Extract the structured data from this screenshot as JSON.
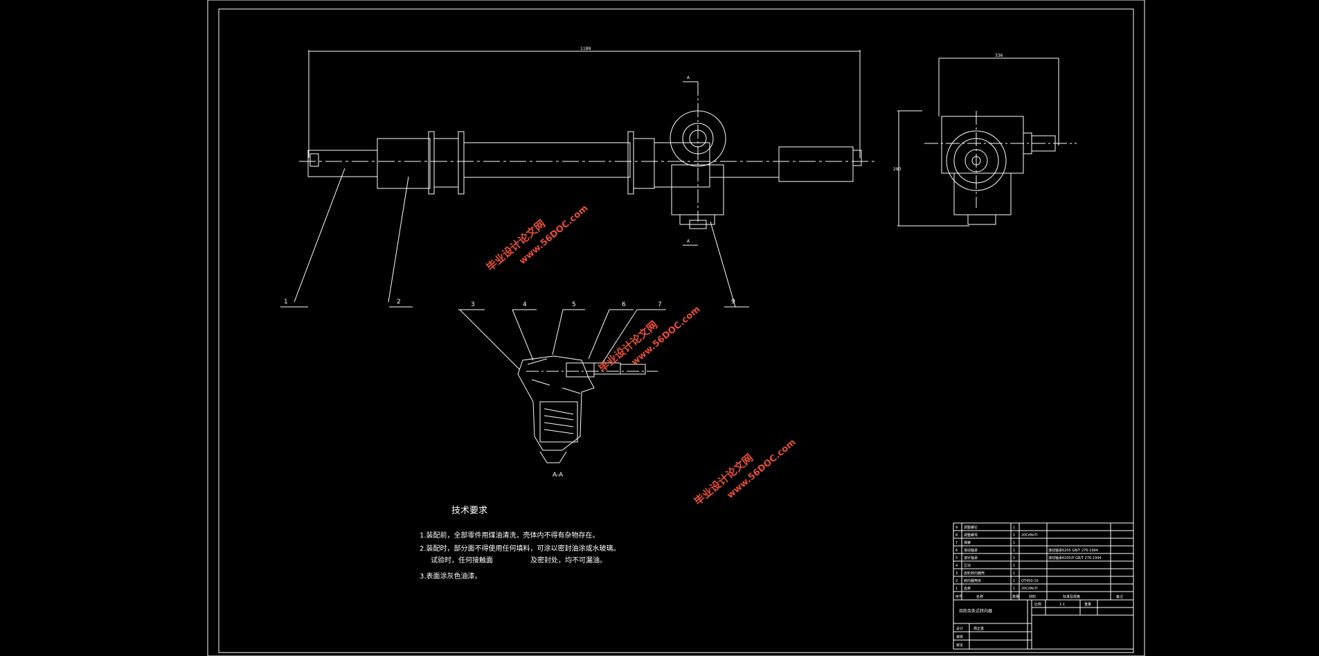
{
  "drawing": {
    "tech_req": {
      "title": "技术要求",
      "line1": "1.装配前，全部零件用煤油清洗，壳体内不得有杂物存在。",
      "line2": "2.装配时，部分面不得使用任何填料，可涂以密封油涂或水玻璃。",
      "line2b_a": "试验时，任何接触面",
      "line2b_b": "及密封处，均不可漏油。",
      "line3": "3.表面涂灰色油漆。"
    },
    "section_label": "A-A",
    "section_marks": [
      "A",
      "A"
    ],
    "balloons": [
      "1",
      "2",
      "3",
      "4",
      "5",
      "6",
      "7",
      "9"
    ],
    "dims": {
      "overall": "1188",
      "side_width": "336",
      "side_height": "280"
    },
    "watermark": {
      "line_cn": "毕业设计论文网",
      "line_url": "www.56DOC.com"
    },
    "title_block": {
      "drawing_title": "齿轮齿条式转向器",
      "header": {
        "no": "序号",
        "name": "名称",
        "qty": "数量",
        "material": "材料",
        "std": "标准及规格",
        "note": "备注"
      },
      "rows": [
        {
          "no": "9",
          "name": "调整螺钉",
          "qty": "1",
          "mat": "",
          "std": ""
        },
        {
          "no": "8",
          "name": "调整螺母",
          "qty": "1",
          "mat": "20CrMnTi",
          "std": ""
        },
        {
          "no": "7",
          "name": "弹簧",
          "qty": "1",
          "mat": "",
          "std": ""
        },
        {
          "no": "6",
          "name": "滚动轴承",
          "qty": "1",
          "mat": "",
          "std": "滚动轴承6205 GB/T 276-1994"
        },
        {
          "no": "5",
          "name": "滚针轴承",
          "qty": "1",
          "mat": "",
          "std": "滚动轴承6205/P GB/T 276-1994"
        },
        {
          "no": "4",
          "name": "压块",
          "qty": "1",
          "mat": "",
          "std": ""
        },
        {
          "no": "3",
          "name": "齿轮转向器壳",
          "qty": "1",
          "mat": "",
          "std": ""
        },
        {
          "no": "2",
          "name": "转向器壳体",
          "qty": "1",
          "mat": "QT450-10",
          "std": ""
        },
        {
          "no": "1",
          "name": "齿条",
          "qty": "1",
          "mat": "20CrMnTi",
          "std": ""
        }
      ],
      "scale_label": "比例",
      "scale_value": "1:1",
      "weight_label": "重量",
      "design_label": "设计",
      "designer": "杨正勇",
      "check_label": "审核",
      "approve_label": "审定"
    }
  }
}
